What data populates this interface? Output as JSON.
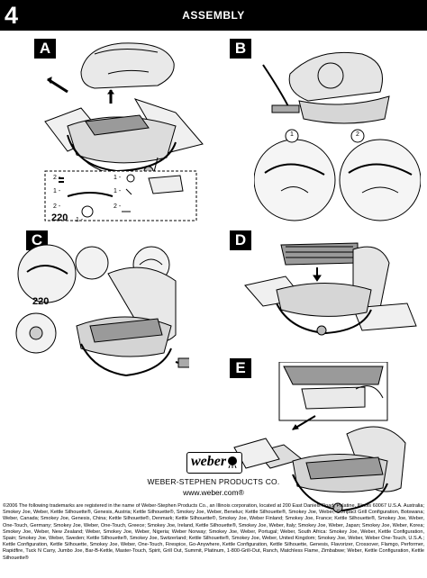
{
  "header": {
    "page_number": "4",
    "title": "ASSEMBLY"
  },
  "steps": {
    "a": {
      "label": "A",
      "parts": [
        {
          "qty": "2 -"
        },
        {
          "qty": "1 -"
        },
        {
          "qty": "2 -"
        },
        {
          "qty": "1 -"
        },
        {
          "qty": "1 -"
        },
        {
          "qty": "2 -"
        },
        {
          "qty": "1 -"
        }
      ],
      "model": "220"
    },
    "b": {
      "label": "B",
      "callouts": [
        "1",
        "2"
      ]
    },
    "c": {
      "label": "C",
      "model": "220"
    },
    "d": {
      "label": "D"
    },
    "e": {
      "label": "E"
    }
  },
  "footer": {
    "logo_text": "weber",
    "company": "WEBER-STEPHEN PRODUCTS CO.",
    "url": "www.weber.com®",
    "legal": "©2006 The following trademarks are registered in the name of Weber-Stephen Products Co., an Illinois corporation, located at 200 East Daniels Road, Palatine, Illinois 60067 U.S.A. Australia; Smokey Joe, Weber, Kettle Silhouette®, Genesis, Austria; Kettle Silhouette®, Smokey Joe, Weber, Benelux; Kettle Silhouette®, Smokey Joe, Weber, Compact Grill Configuration, Botswana; Weber, Canada; Smokey Joe, Genesis, China; Kettle Silhouette®, Denmark; Kettle Silhouette®, Smokey Joe, Weber Finland; Smokey Joe, France; Kettle Silhouette®, Smokey Joe, Weber, One-Touch, Germany; Smokey Joe, Weber, One-Touch, Greece; Smokey Joe, Ireland, Kettle Silhouette®, Smokey Joe, Weber, Italy; Smokey Joe, Weber, Japan; Smokey Joe, Weber, Korea; Smokey Joe, Weber, New Zealand; Weber, Smokey Joe, Weber, Nigeria; Weber Norway; Smokey Joe, Weber, Portugal; Weber, South Africa: Smokey Joe, Weber, Kettle Configuration, Spain; Smokey Joe, Weber, Sweden; Kettle Silhouette®, Smokey Joe, Switzerland; Kettle Silhouette®, Smokey Joe, Weber, United Kingdom; Smokey Joe, Weber, Weber One-Touch, U.S.A.; Kettle Configuration, Kettle Silhouette, Smokey Joe, Weber, One-Touch, Firespice, Go-Anywhere, Kettle Configuration, Kettle Silhouette, Genesis, Flavorizer, Crossover, Flamgo, Performer, Rapidfire, Tuck N Carry, Jumbo Joe, Bar-B-Kettle, Master-Touch, Spirit, Grill Out, Summit, Platinum, 1-800-Grill-Out, Ranch, Matchless Flame, Zimbabwe; Weber, Kettle Configuration, Kettle Silhouette®"
  }
}
